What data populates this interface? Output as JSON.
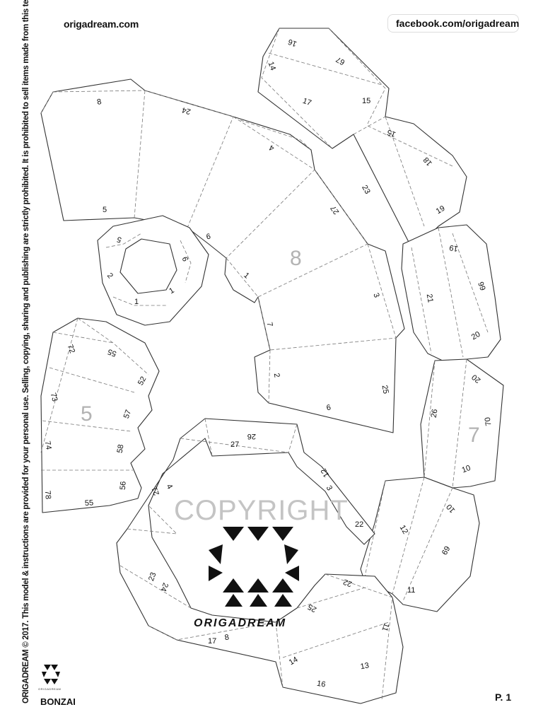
{
  "header": {
    "site": "origadream.com",
    "facebook": "facebook.com/origadream"
  },
  "legal_notice": "ORIGADREAM © 2017. This model & instructions are provided for your personal use. Selling, copying, sharing and publishing are strictly prohibited. It is prohibited to sell items made from this template.",
  "footer": {
    "model_name": "BONZAI",
    "page": "P. 1",
    "small_logo_text": "ORIGADREAM"
  },
  "watermark": {
    "text": "COPYRIGHT",
    "brand": "ORIGADREAM",
    "icon": "hexagon-triangles-logo"
  },
  "part_numbers": [
    "8",
    "5",
    "7"
  ],
  "edge_labels": [
    "8",
    "24",
    "4",
    "6",
    "5",
    "27",
    "5",
    "6",
    "1",
    "2",
    "1",
    "1",
    "3",
    "7",
    "2",
    "25",
    "6",
    "72",
    "55",
    "52",
    "73",
    "57",
    "74",
    "58",
    "78",
    "56",
    "55",
    "27",
    "26",
    "21",
    "4",
    "12",
    "3",
    "22",
    "23",
    "24",
    "17",
    "8",
    "14",
    "16",
    "67",
    "17",
    "15",
    "15",
    "18",
    "23",
    "19",
    "19",
    "21",
    "66",
    "20",
    "20",
    "26",
    "70",
    "10",
    "10",
    "12",
    "69",
    "11",
    "22",
    "25",
    "11",
    "14",
    "13",
    "16"
  ]
}
